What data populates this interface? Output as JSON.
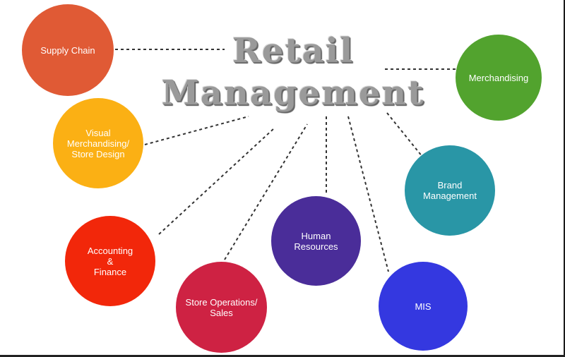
{
  "title": {
    "line1": "Retail",
    "line2": "Management"
  },
  "colors": {
    "supply_chain": "#E05A35",
    "merchandising": "#52A32E",
    "visual_merchandising": "#FBB014",
    "brand_management": "#2996A6",
    "accounting": "#F2270A",
    "human_resources": "#4A2D99",
    "store_operations": "#CE2243",
    "mis": "#3438E0"
  },
  "nodes": {
    "supply_chain": "Supply Chain",
    "merchandising": "Merchandising",
    "visual_merchandising": "Visual\nMerchandising/\nStore Design",
    "brand_management": "Brand\nManagement",
    "accounting": "Accounting\n&\nFinance",
    "human_resources": "Human\nResources",
    "store_operations": "Store Operations/\nSales",
    "mis": "MIS"
  }
}
